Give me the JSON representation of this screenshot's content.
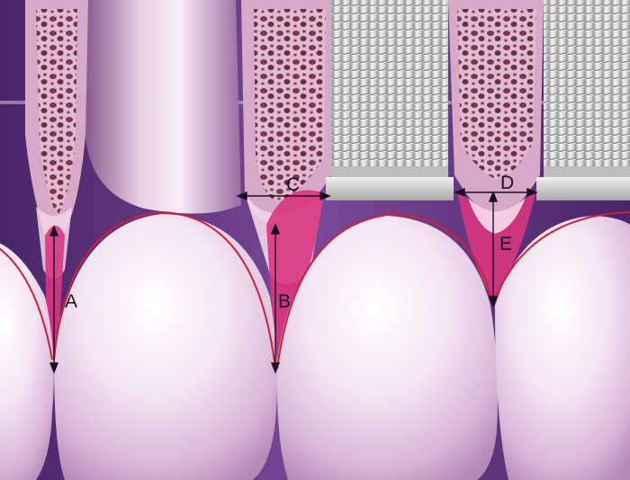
{
  "labels": {
    "a": "A",
    "b": "B",
    "c": "C",
    "d": "D",
    "e": "E"
  },
  "colors": {
    "background": "#5a2f78",
    "gum_line": "#d0203a",
    "soft_tissue": "#d8357f",
    "bone": "#7a3046",
    "tooth": "#f3e6f2",
    "implant": "#d9d9d9",
    "measure": "#1a1020"
  }
}
